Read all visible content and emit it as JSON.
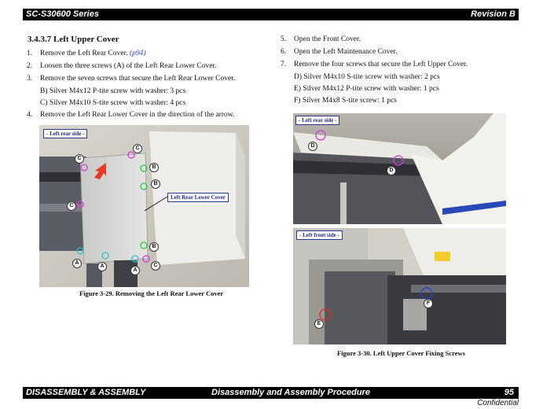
{
  "header": {
    "model": "SC-S30600 Series",
    "revision": "Revision B"
  },
  "section": {
    "title": "3.4.3.7  Left Upper Cover"
  },
  "steps_left": [
    {
      "num": "1.",
      "text": "Remove the Left Rear Cover.",
      "link": "(p94)"
    },
    {
      "num": "2.",
      "text": "Loosen the three screws (A) of the Left Rear Lower Cover."
    },
    {
      "num": "3.",
      "text": "Remove the seven screws that secure the Left Rear Lower Cover."
    },
    {
      "num": "4.",
      "text": "Remove the Left Rear Lower Cover in the direction of the arrow."
    }
  ],
  "screws_step3": [
    "B) Silver M4x12 P-tite screw with washer: 3 pcs",
    "C) Silver M4x10 S-tite screw with washer: 4 pcs"
  ],
  "steps_right": [
    {
      "num": "5.",
      "text": "Open the Front Cover."
    },
    {
      "num": "6.",
      "text": "Open the Left Maintenance Cover."
    },
    {
      "num": "7.",
      "text": "Remove the four screws that secure the Left Upper Cover."
    }
  ],
  "screws_step7": [
    "D) Silver M4x10 S-tite screw with washer: 2 pcs",
    "E) Silver M4x12 P-tite screw with washer: 1 pcs",
    "F) Silver M4x8 S-tite screw: 1 pcs"
  ],
  "figure_29": {
    "tag": "- Left rear side -",
    "callout": "Left Rear Lower Cover",
    "caption": "Figure 3-29.  Removing the Left Rear Lower Cover",
    "markers": [
      "A",
      "A",
      "A",
      "B",
      "B",
      "B",
      "C",
      "C",
      "C",
      "C"
    ]
  },
  "figure_30": {
    "tag_top": "- Left rear side -",
    "tag_bottom": "- Left front side -",
    "caption": "Figure 3-30.  Left Upper Cover Fixing Screws",
    "markers": [
      "D",
      "D",
      "E",
      "F"
    ]
  },
  "footer": {
    "left": "DISASSEMBLY & ASSEMBLY",
    "center": "Disassembly and Assembly Procedure",
    "page": "95",
    "confidential": "Confidential"
  },
  "colors": {
    "magenta": "#d23ad8",
    "cyan": "#27c4cc",
    "green": "#2cc94a",
    "red": "#e0262b",
    "blue": "#2a3bd4",
    "tag_border": "#2b3a8f"
  }
}
